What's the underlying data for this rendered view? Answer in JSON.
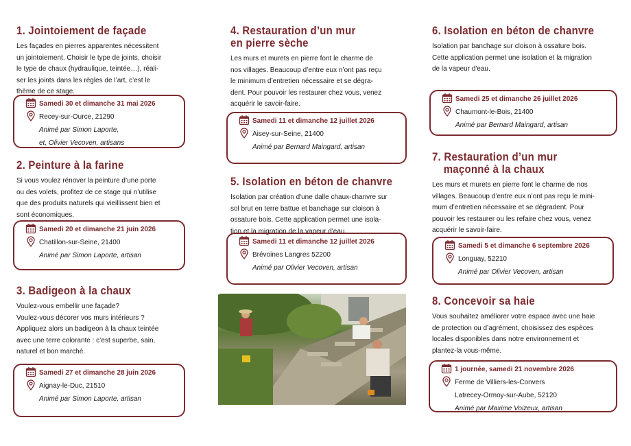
{
  "accent_color": "#7b2a2e",
  "sections": [
    {
      "title": "1. Jointoiement de façade",
      "para": [
        "Les façades en pierres apparentes nécessitent",
        "un jointoiement. Choisir le type de joints, choisir",
        "le type de chaux (hydraulique, teintée…), réali-",
        "ser les joints dans les règles de l’art, c’est le",
        "thème de ce stage."
      ],
      "date": "Samedi 30 et dimanche 31 mai 2026",
      "place": [
        "Recey-sur-Ource, 21290"
      ],
      "anim": [
        "Animé par Simon Laporte,",
        "et, Olivier Vecoven, artisans"
      ]
    },
    {
      "title": "2. Peinture à la farine",
      "para": [
        "Si vous voulez rénover la peinture d’une porte",
        "ou des volets, profitez de ce stage qui n’utilise",
        "que des produits naturels qui vieillissent bien et",
        "sont économiques."
      ],
      "date": "Samedi 20 et dimanche 21 juin 2026",
      "place": [
        "Chatillon-sur-Seine, 21400"
      ],
      "anim": [
        "Animé par Simon Laporte, artisan"
      ]
    },
    {
      "title": "3. Badigeon à la chaux",
      "para": [
        "Voulez-vous embellir une façade?",
        "Voulez-vous décorer vos murs intérieurs ?",
        "Appliquez alors un badigeon à la chaux teintée",
        "avec une terre colorante : c’est superbe, sain,",
        "naturel et bon marché."
      ],
      "date": "Samedi 27 et dimanche 28 juin 2026",
      "place": [
        "Aignay-le-Duc, 21510"
      ],
      "anim": [
        "Animé par Simon Laporte, artisan"
      ]
    },
    {
      "title": "4. Restauration d’un mur",
      "title2": "en pierre sèche",
      "para": [
        "Les murs et murets en pierre font le charme de",
        "nos villages. Beaucoup d’entre eux n’ont pas reçu",
        "le minimum d’entretien nécessaire et se dégra-",
        "dent. Pour pouvoir les restaurer chez vous, venez",
        "acquérir le savoir-faire."
      ],
      "date": "Samedi 11 et dimanche 12 juillet 2026",
      "place": [
        "Aisey-sur-Seine, 21400"
      ],
      "anim": [
        "Animé par Bernard Maingard, artisan"
      ]
    },
    {
      "title": "5. Isolation en béton de chanvre",
      "para": [
        "Isolation par création d'une dalle chaux-chanvre sur",
        "sol brut en terre battue et banchage sur cloison à",
        "ossature bois. Cette application permet une isola-",
        "tion et la migration de la vapeur d'eau."
      ],
      "date": "Samedi 11 et dimanche 12 juillet 2026",
      "place": [
        "Brévoines Langres 52200"
      ],
      "anim": [
        "Animé par Olivier Vecoven, artisan"
      ]
    },
    {
      "title": "6. Isolation en béton de chanvre",
      "para": [
        "Isolation par banchage sur cloison à ossature bois.",
        "Cette application permet une isolation et la migration",
        "de la vapeur d'eau."
      ],
      "date": "Samedi 25 et dimanche 26 juillet 2026",
      "place": [
        "Chaumont-le-Bois, 21400"
      ],
      "anim": [
        "Animé par Bernard Maingard, artisan"
      ]
    },
    {
      "title": "7. Restauration d’un mur",
      "title2": "maçonné à la chaux",
      "para": [
        "Les murs et murets en pierre font le charme de nos",
        "villages. Beaucoup d’entre eux n’ont pas reçu le mini-",
        "mum d’entretien nécessaire et se dégradent. Pour",
        "pouvoir les restaurer ou les refaire chez vous, venez",
        "acquérir le savoir-faire."
      ],
      "date": "Samedi 5 et dimanche 6 septembre 2026",
      "place": [
        "Longuay, 52210"
      ],
      "anim": [
        "Animé par Olivier Vecoven, artisan"
      ]
    },
    {
      "title": "8. Concevoir sa haie",
      "para": [
        "Vous souhaitez améliorer votre espace avec une haie",
        "de protection ou d’agrément, choisissez des espèces",
        "locales disponibles dans notre environnement et",
        "plantez-la vous-même."
      ],
      "date": "1 journée, samedi 21 novembre 2026",
      "place": [
        "Ferme de Villiers-les-Convers",
        "Latrecey-Ormoy-sur-Aube, 52120"
      ],
      "anim": [
        "Animé par Maxime Voizeux, artisan"
      ]
    }
  ]
}
